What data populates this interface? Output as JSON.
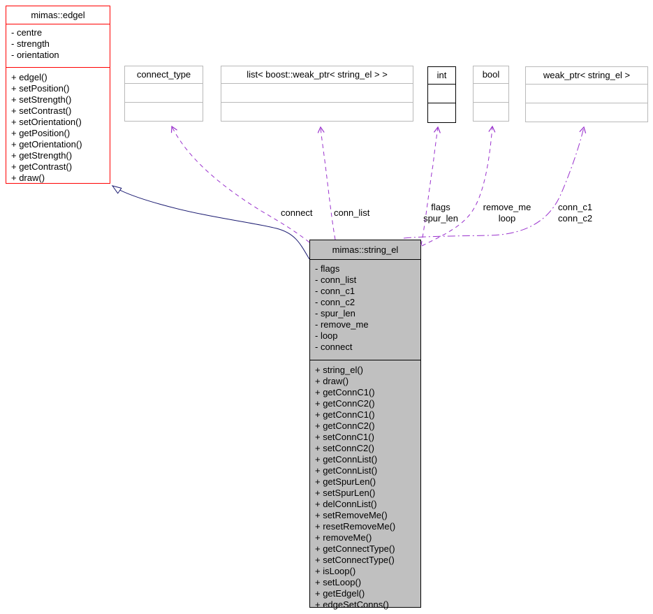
{
  "diagram": {
    "kind": "uml-collaboration-graph",
    "colors": {
      "edgel_border": "#ff0000",
      "type_border": "#b9b9b9",
      "node_border": "#000000",
      "main_node_fill": "#c0c0c0",
      "usage_edge": "#9a32cd",
      "inheritance_edge": "#191970"
    },
    "edgel": {
      "title": "mimas::edgel",
      "attributes": [
        "- centre",
        "- strength",
        "- orientation"
      ],
      "methods": [
        "+ edgel()",
        "+ setPosition()",
        "+ setStrength()",
        "+ setContrast()",
        "+ setOrientation()",
        "+ getPosition()",
        "+ getOrientation()",
        "+ getStrength()",
        "+ getContrast()",
        "+ draw()"
      ]
    },
    "string_el": {
      "title": "mimas::string_el",
      "attributes": [
        "- flags",
        "- conn_list",
        "- conn_c1",
        "- conn_c2",
        "- spur_len",
        "- remove_me",
        "- loop",
        "- connect"
      ],
      "methods": [
        "+ string_el()",
        "+ draw()",
        "+ getConnC1()",
        "+ getConnC2()",
        "+ getConnC1()",
        "+ getConnC2()",
        "+ setConnC1()",
        "+ setConnC2()",
        "+ getConnList()",
        "+ getConnList()",
        "+ getSpurLen()",
        "+ setSpurLen()",
        "+ delConnList()",
        "+ setRemoveMe()",
        "+ resetRemoveMe()",
        "+ removeMe()",
        "+ getConnectType()",
        "+ setConnectType()",
        "+ isLoop()",
        "+ setLoop()",
        "+ getEdgel()",
        "+ edgeSetConns()"
      ]
    },
    "types": [
      {
        "title": "connect_type"
      },
      {
        "title": "list< boost::weak_ptr< string_el > >"
      },
      {
        "title": "int"
      },
      {
        "title": "bool"
      },
      {
        "title": "weak_ptr< string_el >"
      }
    ],
    "edge_labels": {
      "connect": "connect",
      "conn_list": "conn_list",
      "flags": "flags",
      "spur_len": "spur_len",
      "remove_me": "remove_me",
      "loop": "loop",
      "conn_c1": "conn_c1",
      "conn_c2": "conn_c2"
    }
  }
}
